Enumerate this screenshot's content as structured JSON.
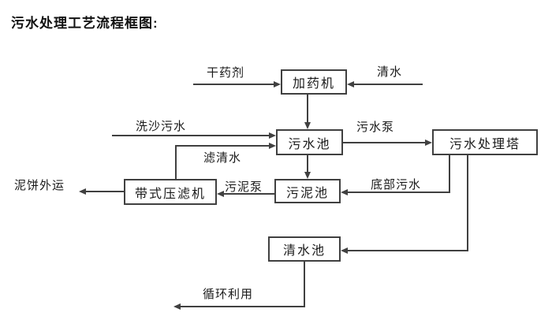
{
  "title": "污水处理工艺流程框图:",
  "nodes": {
    "dosing_machine": "加药机",
    "sewage_pool": "污水池",
    "treatment_tower": "污水处理塔",
    "sludge_pool": "污泥池",
    "belt_filter_press": "带式压滤机",
    "clear_water_pool": "清水池"
  },
  "edge_labels": {
    "dry_agent": "干药剂",
    "clear_water": "清水",
    "sand_washing_sewage": "洗沙污水",
    "sewage_pump": "污水泵",
    "filtered_water": "滤清水",
    "sludge_pump": "污泥泵",
    "bottom_sewage": "底部污水",
    "mud_cake_out": "泥饼外运",
    "recycling": "循环利用"
  },
  "colors": {
    "line": "#404040",
    "text": "#1a1a1a",
    "background": "#ffffff"
  }
}
